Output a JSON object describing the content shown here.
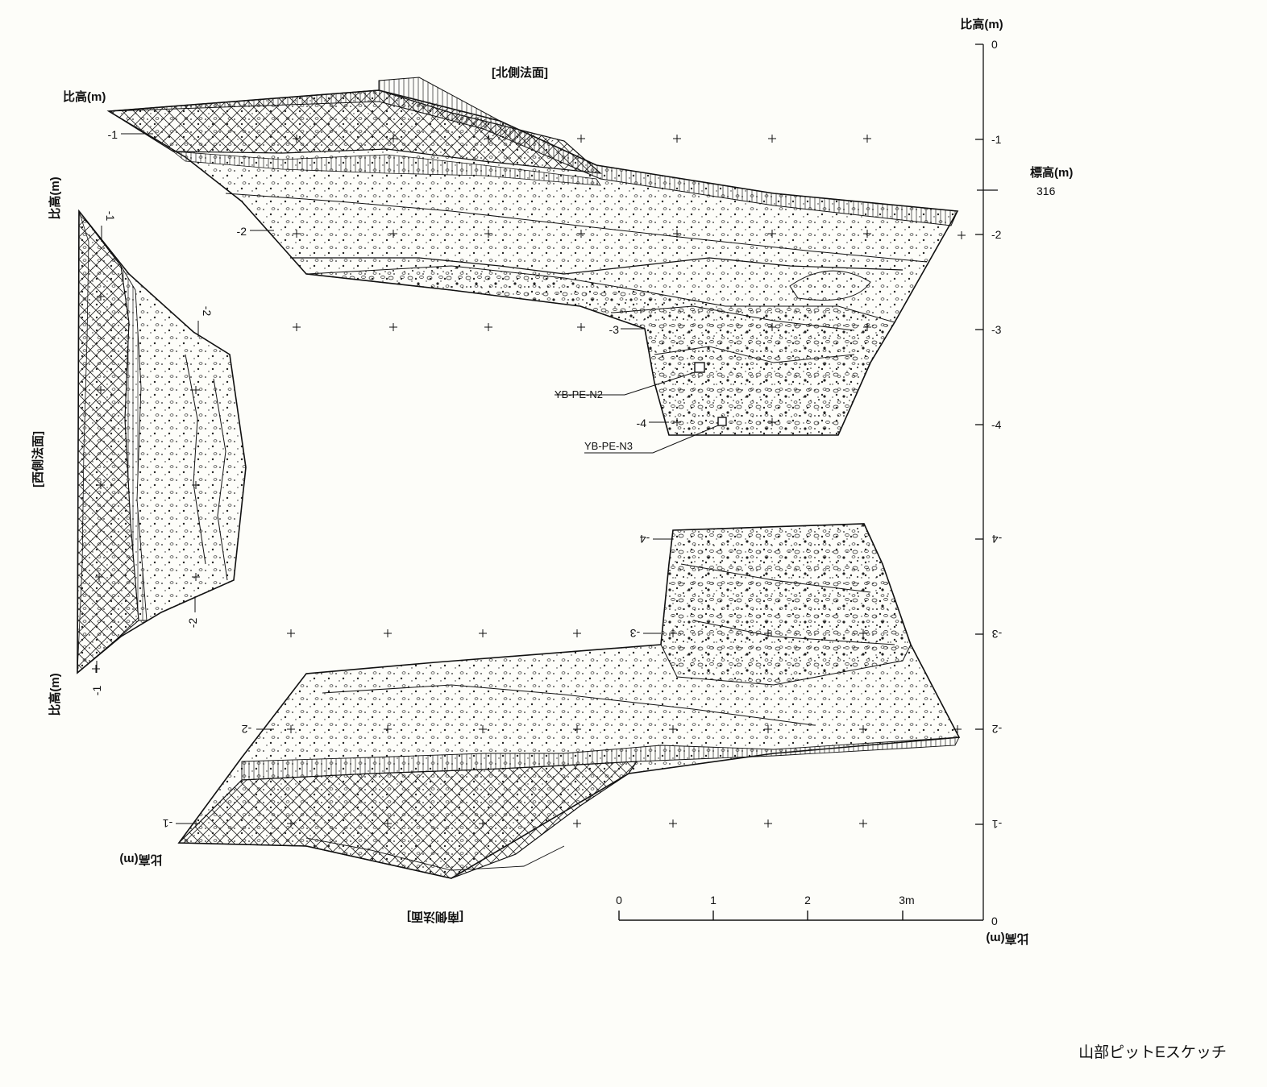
{
  "figure_title": "山部ピットEスケッチ",
  "panels": {
    "north": {
      "title": "[北側法面]",
      "relative_height_label": "比高(m)",
      "ticks": [
        "-1",
        "-2",
        "-3",
        "-4"
      ]
    },
    "west": {
      "title": "[西側法面]",
      "relative_height_label_top": "比高(m)",
      "relative_height_label_bottom": "比高(m)",
      "ticks": [
        "-1",
        "-2",
        "-2",
        "-1"
      ]
    },
    "south": {
      "title": "[南側法面]",
      "relative_height_label": "比高(m)",
      "ticks": [
        "-4",
        "-3",
        "-2",
        "-1"
      ]
    }
  },
  "right_scale": {
    "label_top": "比高(m)",
    "label_bottom": "比高(m)",
    "elevation_label": "標高(m)",
    "elevation_value": "316",
    "upper_ticks": [
      "0",
      "-1",
      "-2",
      "-3",
      "-4"
    ],
    "lower_ticks": [
      "-4",
      "-3",
      "-2",
      "-1"
    ]
  },
  "scale_bar": {
    "labels": [
      "0",
      "1",
      "2",
      "3m"
    ],
    "end_label": "0"
  },
  "samples": [
    {
      "id": "YB-PE-N2"
    },
    {
      "id": "YB-PE-N3"
    }
  ]
}
